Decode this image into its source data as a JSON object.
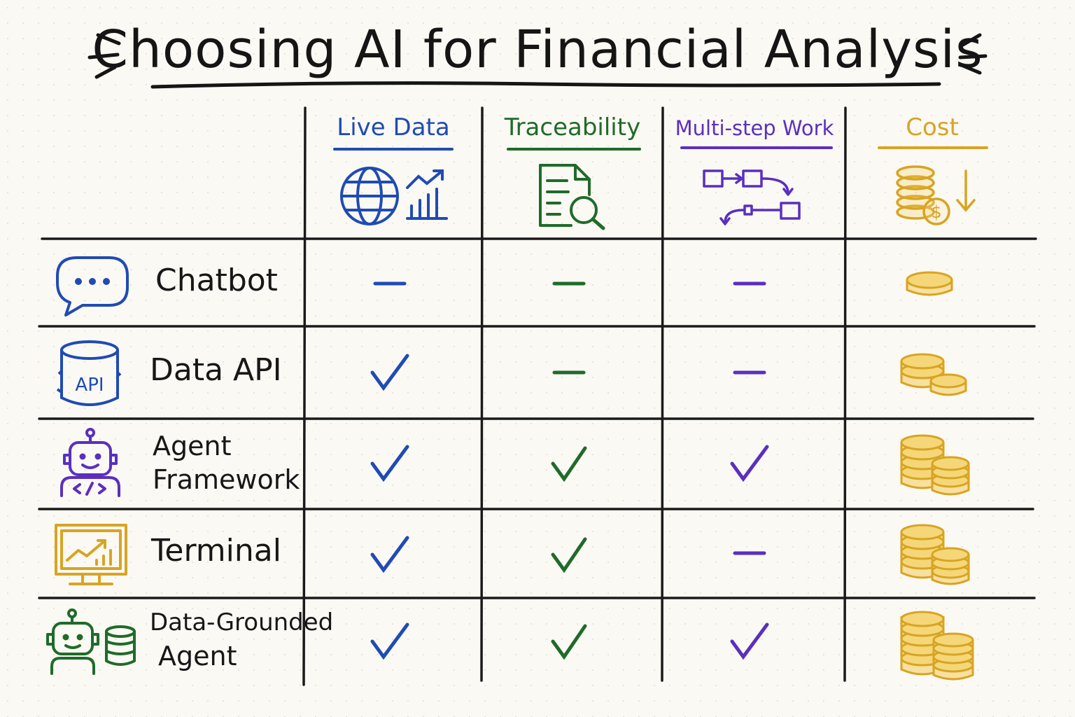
{
  "title": "Choosing AI for Financial Analysis",
  "colors": {
    "blue": "#1f4bb4",
    "green": "#1f6b2a",
    "purple": "#5a2fc0",
    "gold": "#d8a422",
    "ink": "#1a1a1a"
  },
  "columns": [
    {
      "id": "live",
      "label": "Live Data",
      "color": "#1f4bb4",
      "icon": "globe-chart-icon"
    },
    {
      "id": "trace",
      "label": "Traceability",
      "color": "#1f6b2a",
      "icon": "document-search-icon"
    },
    {
      "id": "multi",
      "label": "Multi-step Work",
      "color": "#5a2fc0",
      "icon": "workflow-icon"
    },
    {
      "id": "cost",
      "label": "Cost",
      "color": "#d8a422",
      "icon": "coins-down-icon"
    }
  ],
  "rows": [
    {
      "label": [
        "Chatbot"
      ],
      "icon": "chat-bubble-icon",
      "live": "dash",
      "trace": "dash",
      "multi": "dash",
      "cost": "1 coin"
    },
    {
      "label": [
        "Data API"
      ],
      "icon": "database-api-icon",
      "live": "check",
      "trace": "dash",
      "multi": "dash",
      "cost": "2 coin stacks"
    },
    {
      "label": [
        "Agent",
        "Framework"
      ],
      "icon": "robot-code-icon",
      "live": "check",
      "trace": "check",
      "multi": "check",
      "cost": "2 tall coin stacks"
    },
    {
      "label": [
        "Terminal"
      ],
      "icon": "monitor-chart-icon",
      "live": "check",
      "trace": "check",
      "multi": "dash",
      "cost": "2 tall coin stacks"
    },
    {
      "label": [
        "Data-Grounded",
        "Agent"
      ],
      "icon": "robot-database-icon",
      "live": "check",
      "trace": "check",
      "multi": "check",
      "cost": "2 tallest coin stacks"
    }
  ],
  "api_badge": "API"
}
